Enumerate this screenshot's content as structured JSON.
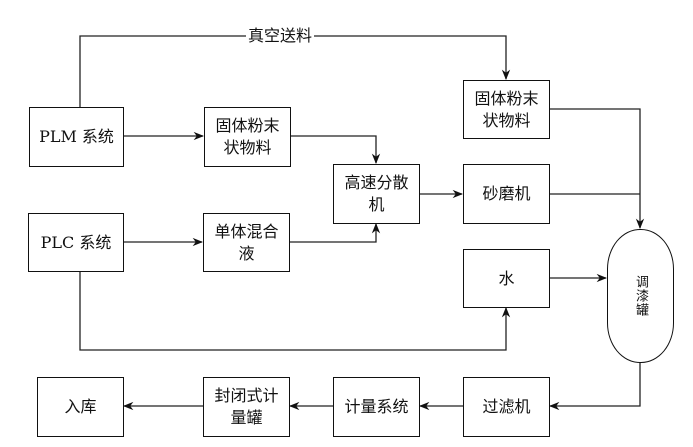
{
  "diagram": {
    "type": "process-flowchart",
    "nodes": {
      "plm_system": {
        "label": "PLM 系统"
      },
      "solid_powder_left": {
        "label": "固体粉末状物料"
      },
      "high_speed_disperser": {
        "label": "高速分散机"
      },
      "solid_powder_right": {
        "label": "固体粉末状物料"
      },
      "sand_mill": {
        "label": "砂磨机"
      },
      "plc_system": {
        "label": "PLC 系统"
      },
      "monomer_mix": {
        "label": "单体混合液"
      },
      "water": {
        "label": "水"
      },
      "paint_tank": {
        "label": "调漆罐"
      },
      "filter": {
        "label": "过滤机"
      },
      "metering_system": {
        "label": "计量系统"
      },
      "sealed_metering_tank": {
        "label": "封闭式计量罐"
      },
      "warehouse": {
        "label": "入库"
      }
    },
    "edges": [
      {
        "from": "plm_system",
        "to": "solid_powder_right",
        "label": "真空送料"
      },
      {
        "from": "plm_system",
        "to": "solid_powder_left",
        "label": ""
      },
      {
        "from": "solid_powder_left",
        "to": "high_speed_disperser",
        "label": ""
      },
      {
        "from": "plc_system",
        "to": "monomer_mix",
        "label": ""
      },
      {
        "from": "monomer_mix",
        "to": "high_speed_disperser",
        "label": ""
      },
      {
        "from": "high_speed_disperser",
        "to": "sand_mill",
        "label": ""
      },
      {
        "from": "solid_powder_right",
        "to": "paint_tank",
        "label": ""
      },
      {
        "from": "sand_mill",
        "to": "paint_tank",
        "label": ""
      },
      {
        "from": "plc_system",
        "to": "water",
        "label": ""
      },
      {
        "from": "water",
        "to": "paint_tank",
        "label": ""
      },
      {
        "from": "paint_tank",
        "to": "filter",
        "label": ""
      },
      {
        "from": "filter",
        "to": "metering_system",
        "label": ""
      },
      {
        "from": "metering_system",
        "to": "sealed_metering_tank",
        "label": ""
      },
      {
        "from": "sealed_metering_tank",
        "to": "warehouse",
        "label": ""
      }
    ]
  }
}
